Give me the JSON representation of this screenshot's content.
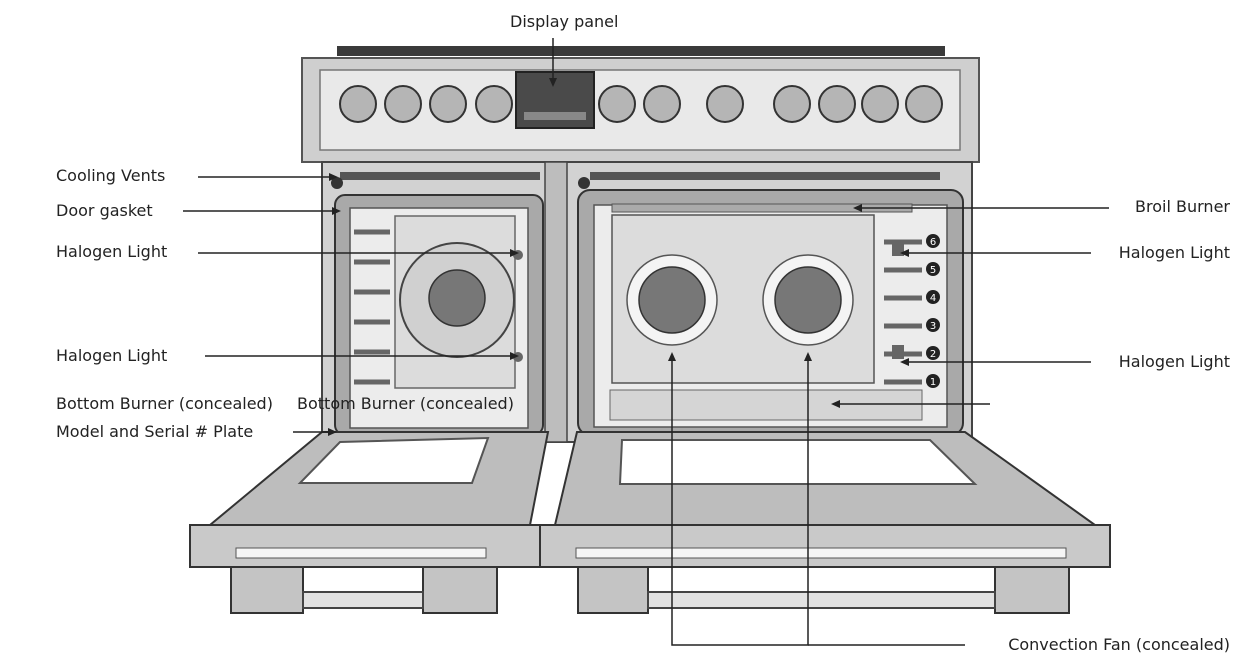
{
  "labels": {
    "display_panel": "Display panel",
    "cooling_vents": "Cooling Vents",
    "door_gasket": "Door gasket",
    "halogen_light_left_top": "Halogen Light",
    "halogen_light_left_bottom": "Halogen Light",
    "bottom_burner_left": "Bottom Burner (concealed)",
    "bottom_burner_right": "Bottom Burner (concealed)",
    "model_serial_plate": "Model and Serial # Plate",
    "broil_burner": "Broil Burner",
    "halogen_light_right_top": "Halogen Light",
    "halogen_light_right_bottom": "Halogen Light",
    "convection_fan": "Convection Fan (concealed)"
  },
  "rack_positions": [
    "6",
    "5",
    "4",
    "3",
    "2",
    "1"
  ],
  "colors": {
    "metal": "#c9c9c9",
    "dark_metal": "#8a8a8a",
    "outline": "#333333",
    "line": "#222222",
    "cavity": "#eeeeee"
  }
}
